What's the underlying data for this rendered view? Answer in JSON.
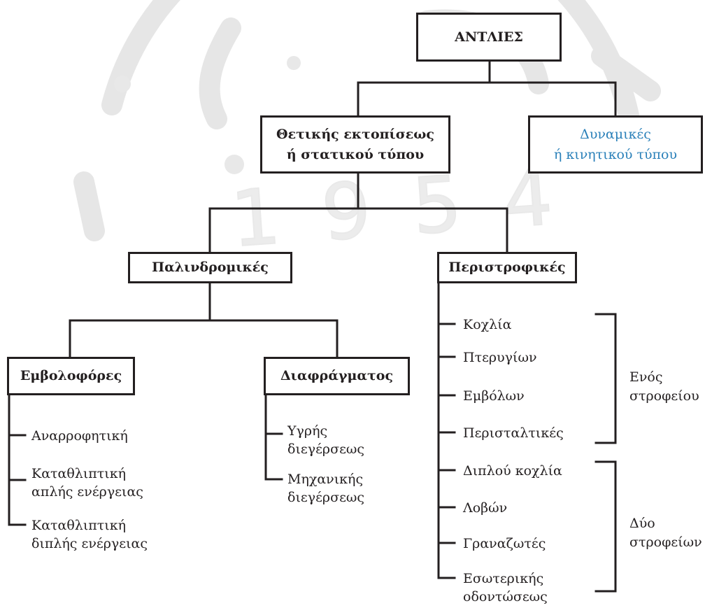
{
  "diagram": {
    "root": {
      "label": "ΑΝΤΛΙΕΣ"
    },
    "positive": {
      "line1": "Θετικής εκτοπίσεως",
      "line2": "ή στατικού τύπου"
    },
    "dynamic": {
      "line1": "Δυναμικές",
      "line2": "ή κινητικού τύπου"
    },
    "reciprocating": {
      "label": "Παλινδρομικές"
    },
    "rotary": {
      "label": "Περιστροφικές"
    },
    "piston": {
      "label": "Εμβολοφόρες",
      "items": [
        {
          "line1": "Αναρροφητική",
          "line2": ""
        },
        {
          "line1": "Καταθλιπτική",
          "line2": "απλής ενέργειας"
        },
        {
          "line1": "Καταθλιπτική",
          "line2": "διπλής ενέργειας"
        }
      ]
    },
    "diaphragm": {
      "label": "Διαφράγματος",
      "items": [
        {
          "line1": "Υγρής",
          "line2": "διεγέρσεως"
        },
        {
          "line1": "Μηχανικής",
          "line2": "διεγέρσεως"
        }
      ]
    },
    "rotary_items": [
      {
        "line1": "Κοχλία",
        "line2": ""
      },
      {
        "line1": "Πτερυγίων",
        "line2": ""
      },
      {
        "line1": "Εμβόλων",
        "line2": ""
      },
      {
        "line1": "Περισταλτικές",
        "line2": ""
      },
      {
        "line1": "Διπλού κοχλία",
        "line2": ""
      },
      {
        "line1": "Λοβών",
        "line2": ""
      },
      {
        "line1": "Γραναζωτές",
        "line2": ""
      },
      {
        "line1": "Εσωτερικής",
        "line2": "οδοντώσεως"
      }
    ],
    "groups": {
      "single": {
        "line1": "Ενός",
        "line2": "στροφείου"
      },
      "double": {
        "line1": "Δύο",
        "line2": "στροφείων"
      }
    },
    "watermark": {
      "year_text": "1954"
    }
  }
}
